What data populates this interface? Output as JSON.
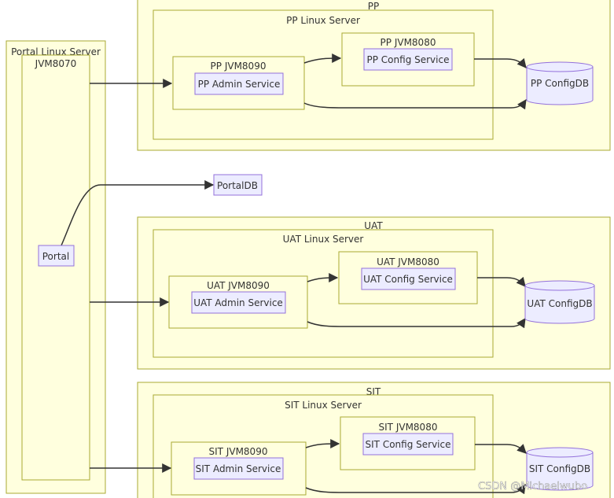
{
  "clusters": {
    "portal_server": "Portal Linux Server",
    "portal_jvm": "JVM8070",
    "pp": "PP",
    "pp_server": "PP Linux Server",
    "pp_jvm8080": "PP JVM8080",
    "pp_jvm8090": "PP JVM8090",
    "uat": "UAT",
    "uat_server": "UAT Linux Server",
    "uat_jvm8080": "UAT JVM8080",
    "uat_jvm8090": "UAT JVM8090",
    "sit": "SIT",
    "sit_server": "SIT Linux Server",
    "sit_jvm8080": "SIT JVM8080",
    "sit_jvm8090": "SIT JVM8090"
  },
  "nodes": {
    "portal": "Portal",
    "portaldb": "PortalDB",
    "pp_admin": "PP Admin Service",
    "pp_config": "PP Config Service",
    "pp_db": "PP ConfigDB",
    "uat_admin": "UAT Admin Service",
    "uat_config": "UAT Config Service",
    "uat_db": "UAT ConfigDB",
    "sit_admin": "SIT Admin Service",
    "sit_config": "SIT Config Service",
    "sit_db": "SIT ConfigDB"
  },
  "watermark": "CSDN @Michaelwubo"
}
